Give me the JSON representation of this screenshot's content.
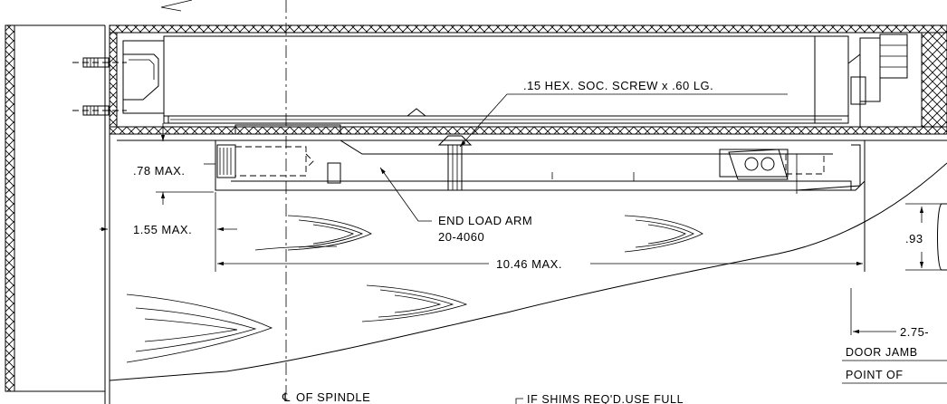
{
  "labels": {
    "screw": ".15 HEX. SOC. SCREW x .60 LG.",
    "end_load_arm": "END LOAD ARM",
    "part_no": "20-4060",
    "dim_078": ".78 MAX.",
    "dim_155": "1.55 MAX.",
    "dim_1046": "10.46 MAX.",
    "dim_093": ".93",
    "dim_275": "2.75-",
    "door_jamb": "DOOR JAMB",
    "point_of": "POINT OF",
    "spindle": "OF SPINDLE",
    "centerline_symbol": "℄",
    "shims": "IF SHIMS REQ'D.USE FULL"
  }
}
